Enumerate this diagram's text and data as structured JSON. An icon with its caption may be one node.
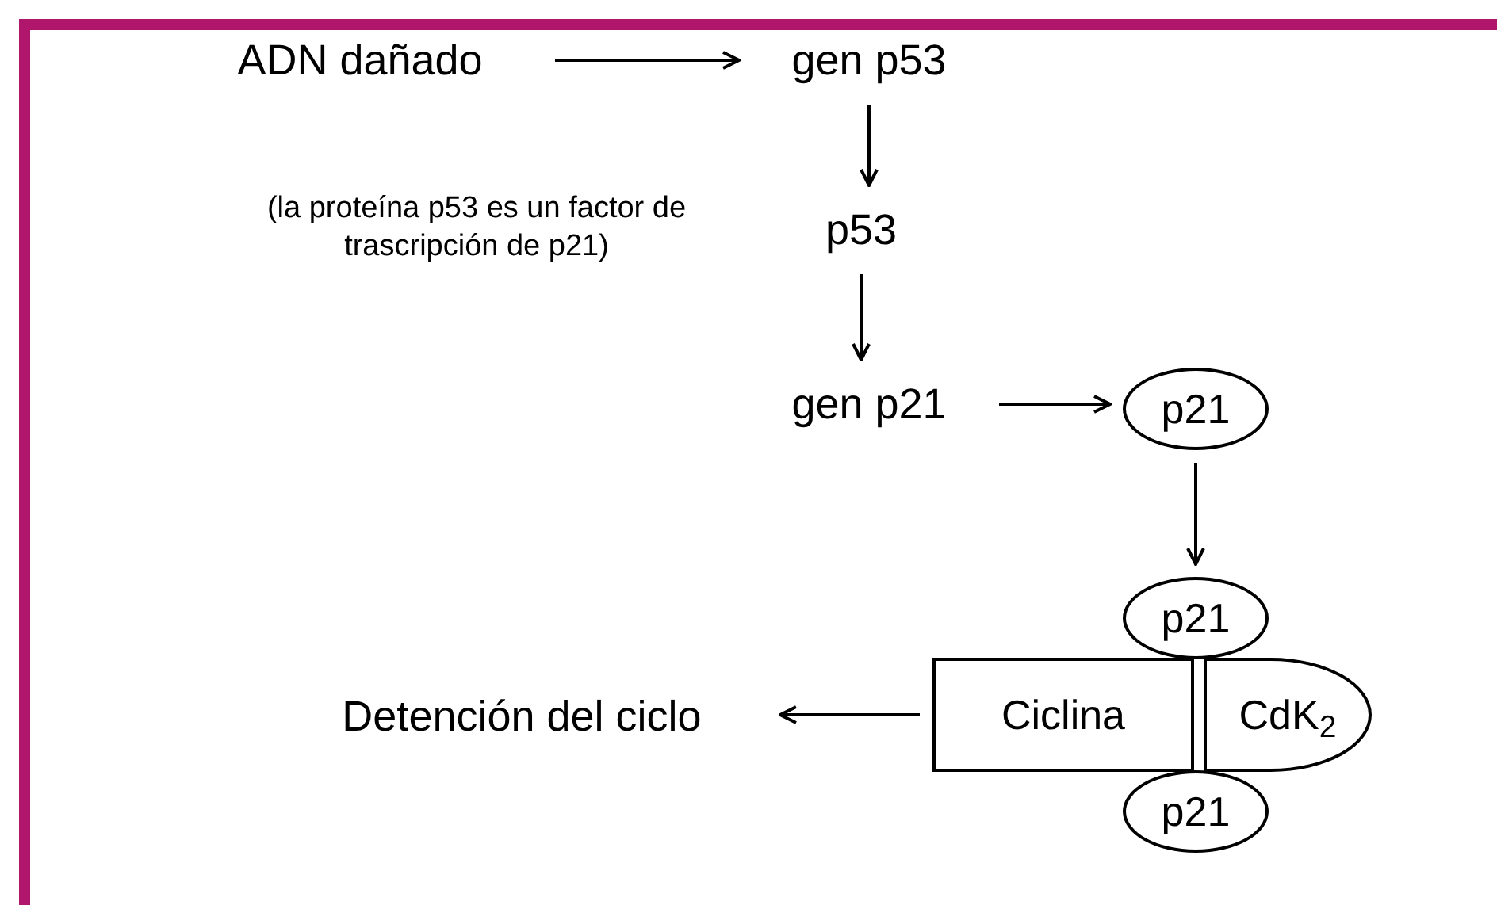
{
  "diagram": {
    "nodes": [
      {
        "text": [
          "ADN dañado"
        ]
      },
      {
        "text": [
          "gen p53"
        ]
      },
      {
        "text": [
          "p53"
        ]
      },
      {
        "text": [
          "gen p21"
        ]
      },
      {
        "text": [
          "p21"
        ]
      },
      {
        "text": [
          "p21"
        ]
      },
      {
        "text": [
          "Ciclina"
        ]
      },
      {
        "text": [
          "CdK$_{2}$"
        ]
      },
      {
        "text": [
          "p21"
        ]
      },
      {
        "text": [
          "Detención del ciclo"
        ]
      }
    ],
    "edges": [
      {
        "from": 0,
        "to": 1,
        "arrow": "to"
      },
      {
        "from": 1,
        "to": 2,
        "arrow": "to"
      },
      {
        "from": 2,
        "to": 3,
        "arrow": "to"
      },
      {
        "from": 3,
        "to": 4,
        "arrow": "to"
      },
      {
        "from": 4,
        "to": 5,
        "arrow": "to"
      },
      {
        "from": 6,
        "to": 9,
        "arrow": "to"
      }
    ],
    "labels": [
      "(la proteína p53 es un factor de trascripción de p21)"
    ]
  }
}
